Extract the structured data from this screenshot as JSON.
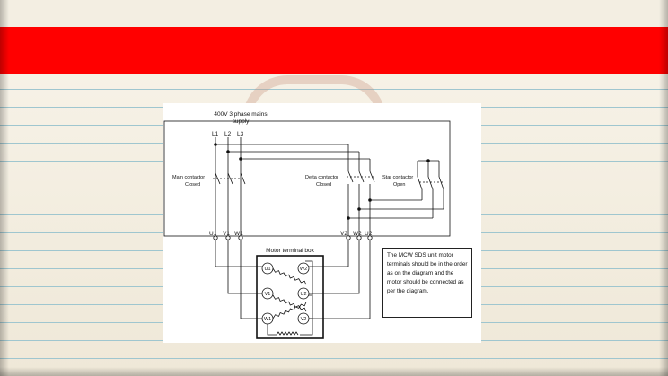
{
  "diagram": {
    "supply_title": "400V 3 phase mains",
    "supply_subtitle": "supply",
    "lines": [
      "L1",
      "L2",
      "L3"
    ],
    "main_contactor": {
      "name": "Main contactor",
      "state": "Closed"
    },
    "delta_contactor": {
      "name": "Delta contactor",
      "state": "Closed"
    },
    "star_contactor": {
      "name": "Star contactor",
      "state": "Open"
    },
    "motor_labels_left": [
      "U1",
      "V1",
      "W1"
    ],
    "motor_labels_right": [
      "V2",
      "W2",
      "U2"
    ],
    "terminal_box_title": "Motor terminal box",
    "terminals": [
      "U1",
      "W2",
      "V1",
      "U2",
      "W1",
      "V2"
    ],
    "note": "The MCW SDS unit motor terminals should be in the order as on the diagram and the motor should be connected as per the diagram."
  },
  "colors": {
    "banner": "#ff0000",
    "paper": "#f6f1e6",
    "ruled_line": "#9fc6cf"
  }
}
